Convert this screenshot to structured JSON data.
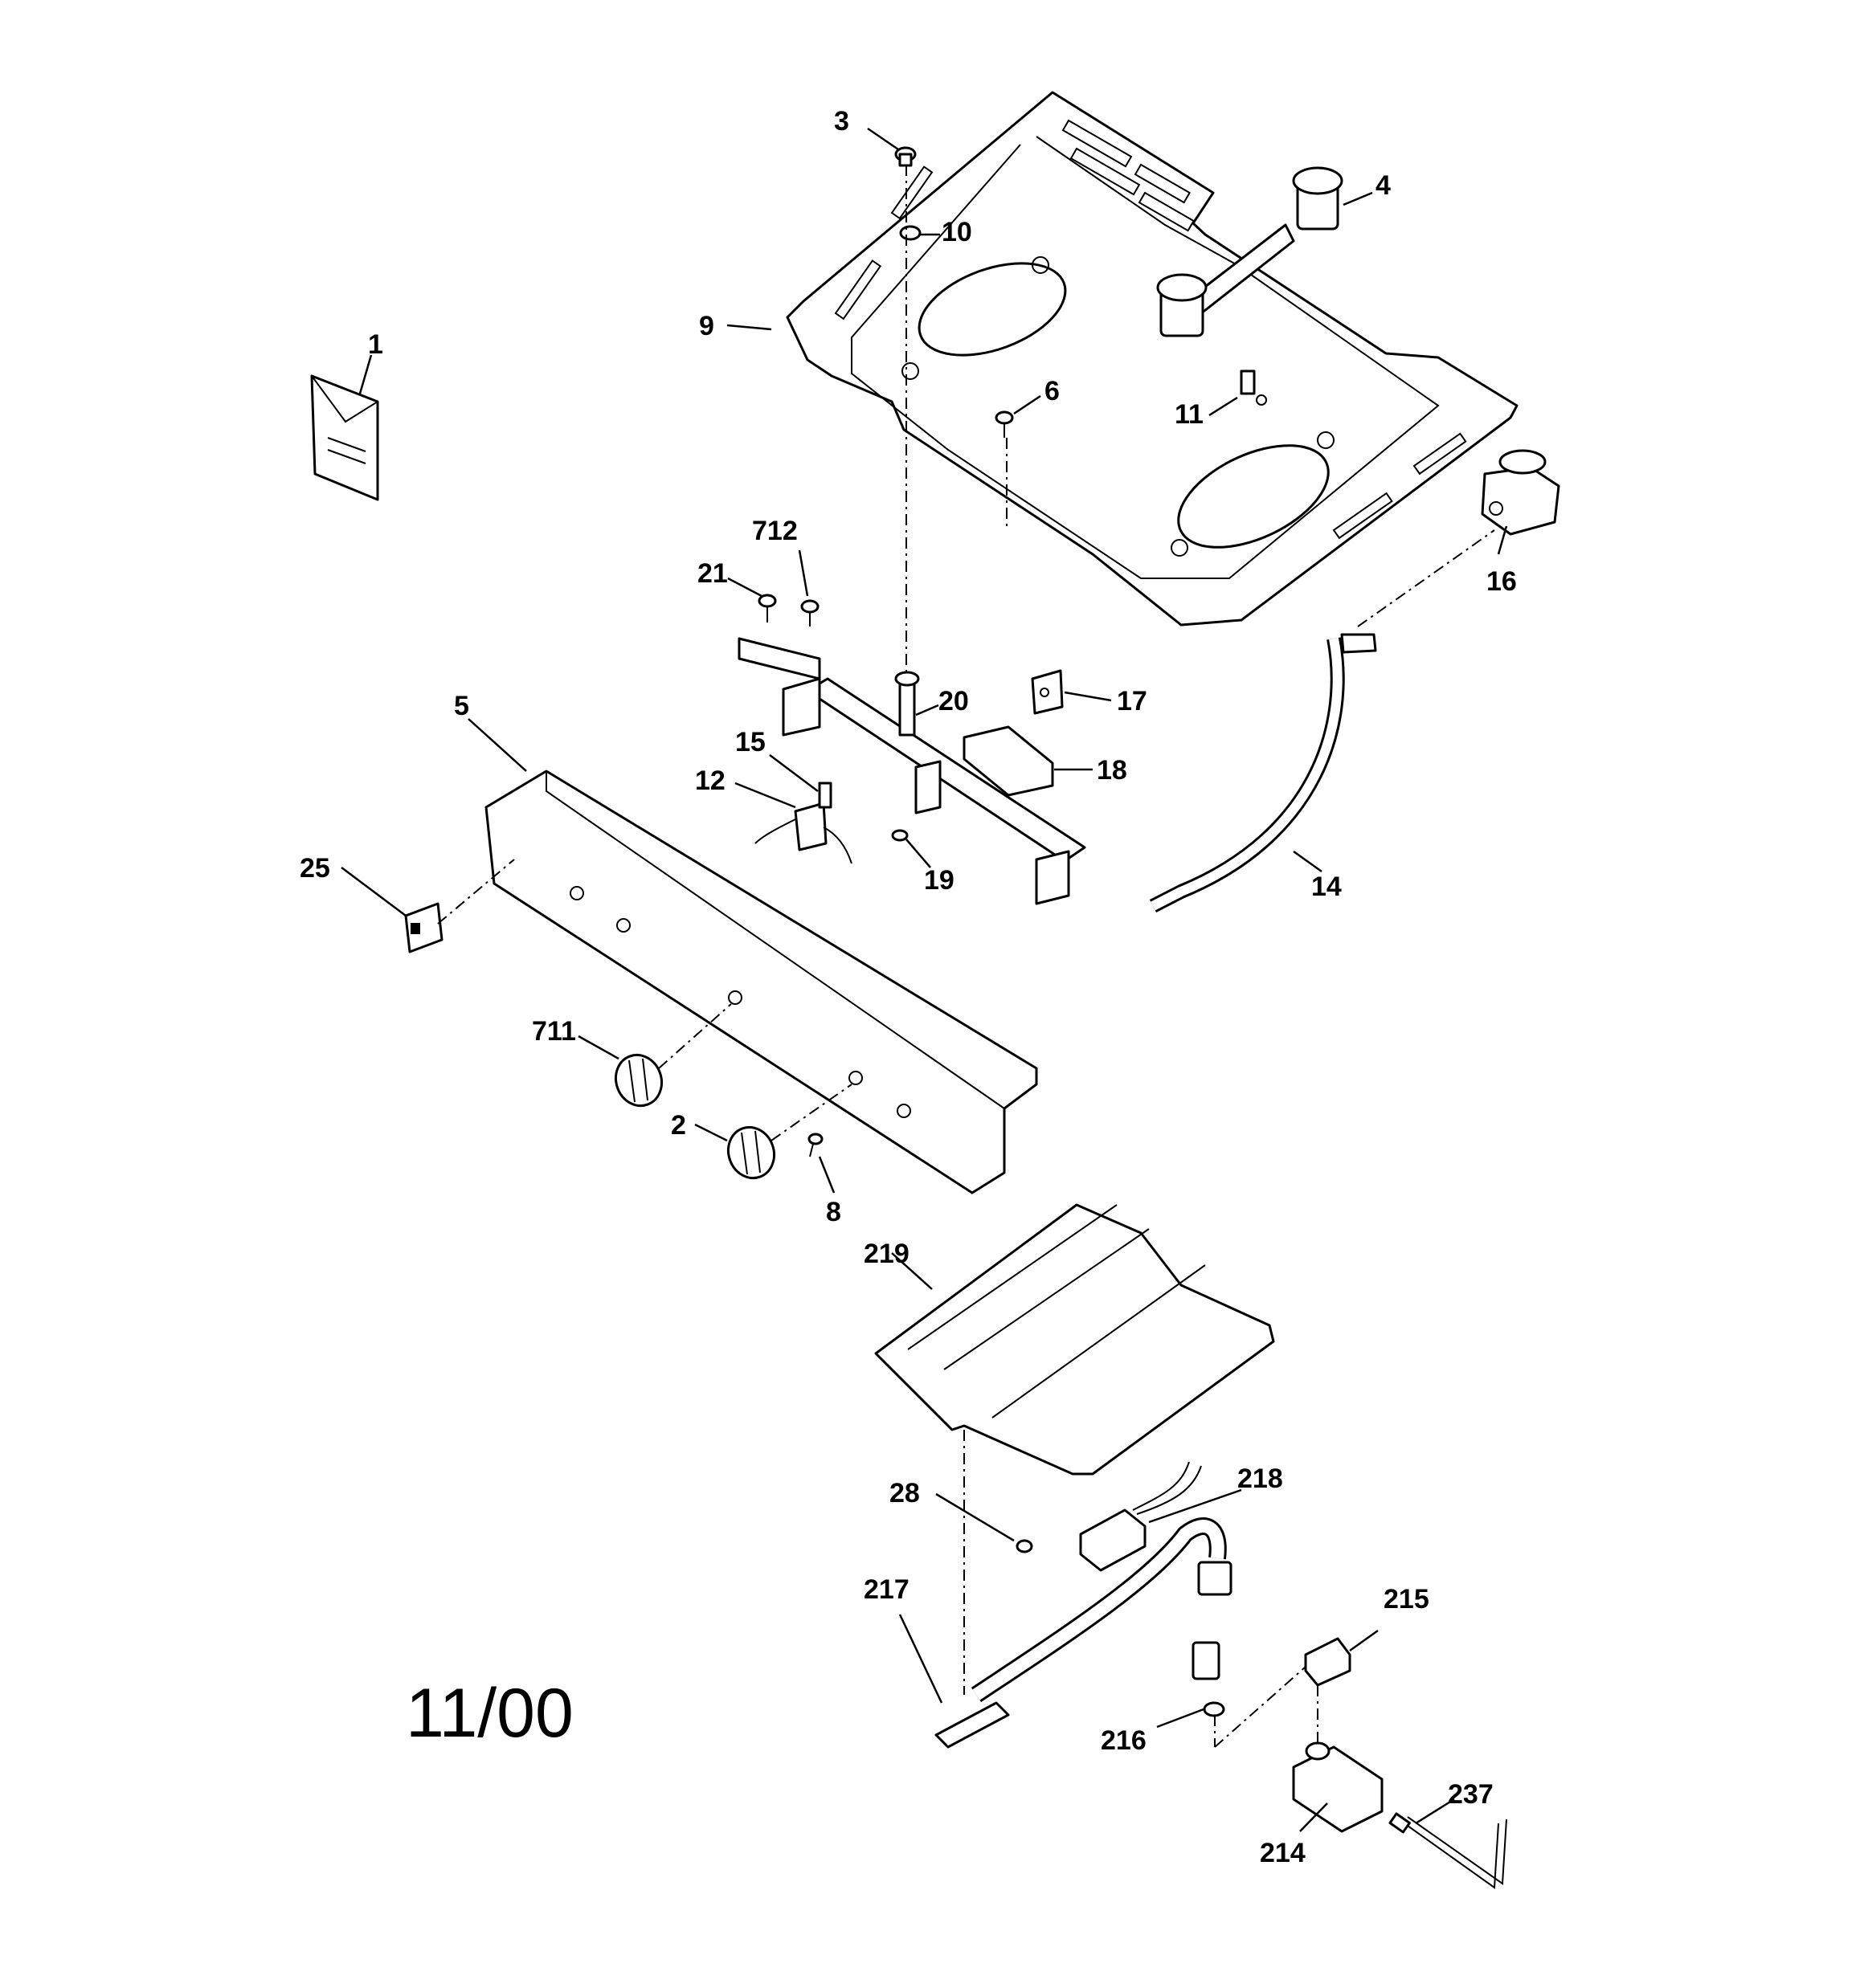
{
  "date_stamp": "11/00",
  "callouts": {
    "c1": "1",
    "c2": "2",
    "c3": "3",
    "c4": "4",
    "c5": "5",
    "c6": "6",
    "c8": "8",
    "c9": "9",
    "c10": "10",
    "c11": "11",
    "c12": "12",
    "c14": "14",
    "c15": "15",
    "c16": "16",
    "c17": "17",
    "c18": "18",
    "c19": "19",
    "c20": "20",
    "c21": "21",
    "c25": "25",
    "c28": "28",
    "c214": "214",
    "c215": "215",
    "c216": "216",
    "c217": "217",
    "c218": "218",
    "c219": "219",
    "c237": "237",
    "c711": "711",
    "c712": "712"
  }
}
